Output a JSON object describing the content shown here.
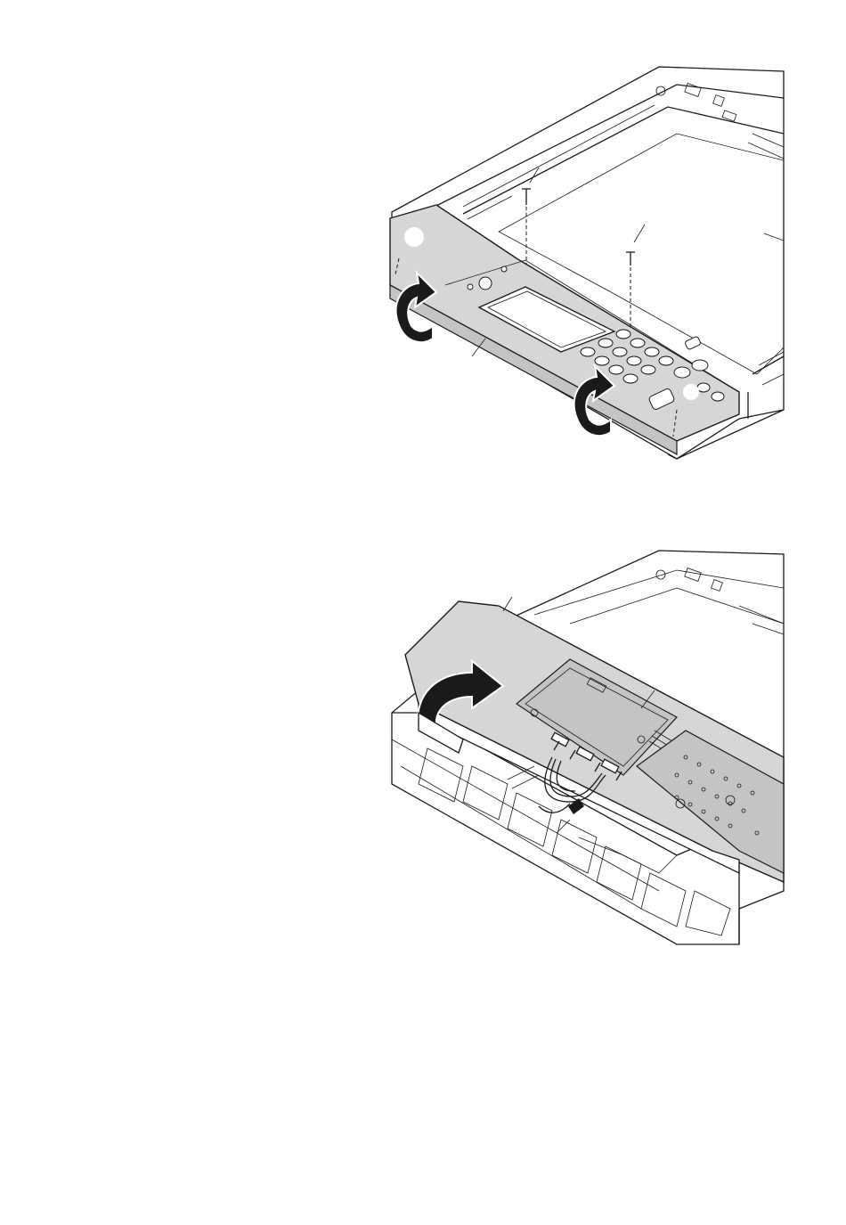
{
  "figures": [
    {
      "id": "figure-1",
      "parts": [
        "operation-panel",
        "screw",
        "screw",
        "hook",
        "hook"
      ],
      "arrows": [
        "rotate-up-left",
        "rotate-up-right"
      ]
    },
    {
      "id": "figure-2",
      "parts": [
        "operation-panel",
        "panel-pwb",
        "connectors",
        "wire"
      ],
      "arrows": [
        "rotate-back"
      ]
    }
  ],
  "colors": {
    "panel": "#d6d6d6",
    "line": "#1a1a1a",
    "arrow": "#1a1a1a",
    "background": "#ffffff"
  }
}
